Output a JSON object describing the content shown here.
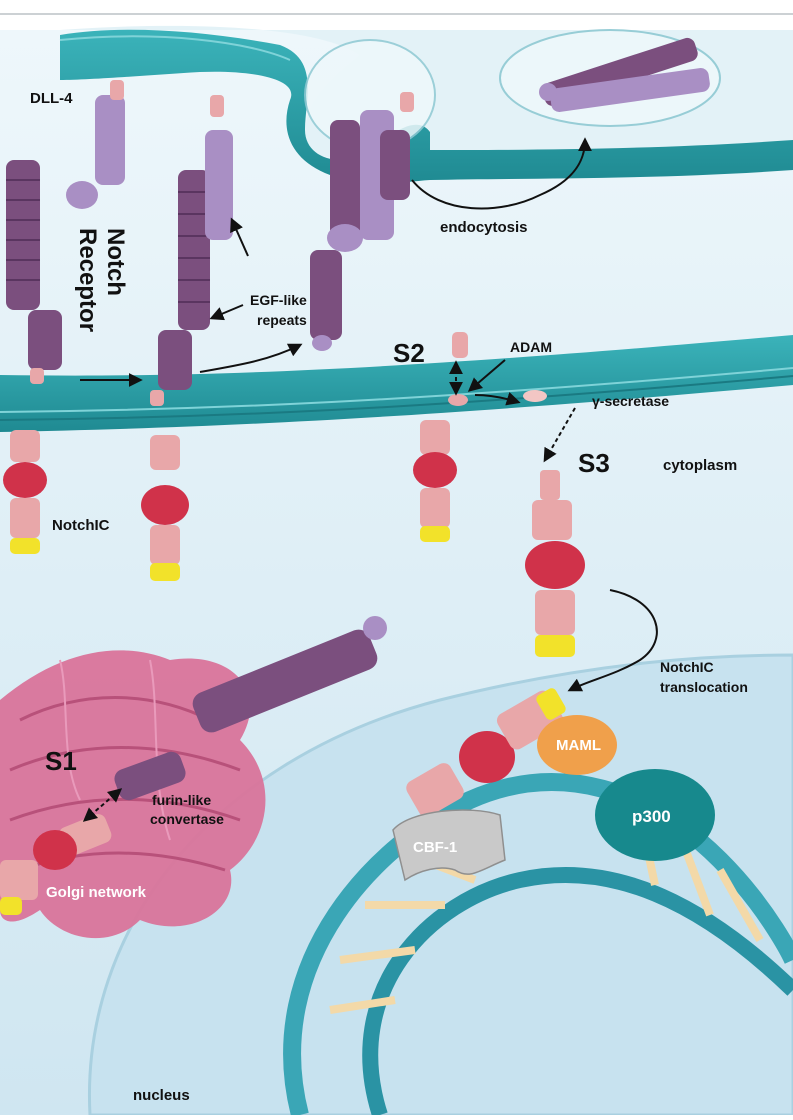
{
  "labels": {
    "dll4": "DLL-4",
    "notch": "Notch",
    "receptor": "Receptor",
    "egf_like": "EGF-like",
    "repeats": "repeats",
    "endocytosis": "endocytosis",
    "s2": "S2",
    "adam": "ADAM",
    "gamma_secretase": "γ-secretase",
    "s3": "S3",
    "cytoplasm": "cytoplasm",
    "notchic": "NotchIC",
    "notchic_translocation_1": "NotchIC",
    "notchic_translocation_2": "translocation",
    "s1": "S1",
    "furin_like": "furin-like",
    "convertase": "convertase",
    "golgi_network": "Golgi network",
    "maml": "MAML",
    "p300": "p300",
    "cbf1": "CBF-1",
    "nucleus": "nucleus"
  },
  "colors": {
    "membrane_teal": "#2aa0a8",
    "cytoplasm_bg": "#d8eef5",
    "nucleus_bg": "#c9e4f0",
    "egf_dark": "#7b4f7e",
    "egf_light": "#a98fc4",
    "notchic_red": "#d0324a",
    "notchic_pink": "#e8a7a9",
    "notchic_yellow": "#f2e22a",
    "golgi_pink": "#d9749a",
    "maml_orange": "#f0a04b",
    "p300_teal": "#17898d",
    "dna_tan": "#f3d9a8"
  }
}
